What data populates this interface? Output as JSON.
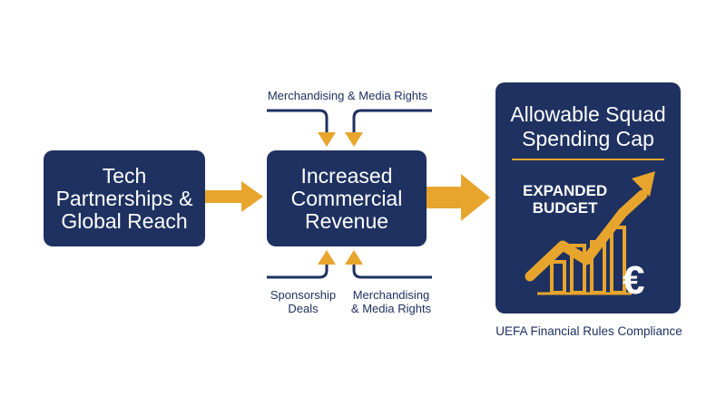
{
  "nodes": {
    "tech": "Tech\nPartnerships &\nGlobal Reach",
    "revenue": "Increased\nCommercial\nRevenue",
    "cap_title": "Allowable Squad\nSpending Cap"
  },
  "inputs": {
    "top": "Merchandising & Media Rights",
    "bottom_left": "Sponsorship\nDeals",
    "bottom_right": "Merchandising\n& Media Rights"
  },
  "cap_graphic": {
    "badge": "EXPANDED\nBUDGET",
    "currency_symbol": "€",
    "icon": "growth-bar-chart-icon"
  },
  "footer": "UEFA Financial Rules Compliance",
  "colors": {
    "navy": "#1e3160",
    "gold": "#e8a52d",
    "white": "#ffffff"
  }
}
